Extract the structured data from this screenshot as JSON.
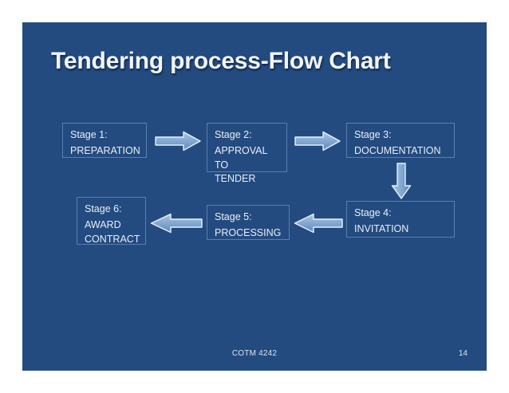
{
  "slide": {
    "title": "Tendering process-Flow Chart",
    "background_color": "#234B80",
    "title_color": "#F2F5F9"
  },
  "chart_data": {
    "type": "diagram",
    "diagram_kind": "flow-chart",
    "title": "Tendering process-Flow Chart",
    "nodes": [
      {
        "id": "stage1",
        "label": "Stage 1:",
        "name": "PREPARATION",
        "row": 1,
        "col": 1
      },
      {
        "id": "stage2",
        "label": "Stage 2:",
        "name": "APPROVAL TO\nTENDER",
        "row": 1,
        "col": 2
      },
      {
        "id": "stage3",
        "label": "Stage 3:",
        "name": "DOCUMENTATION",
        "row": 1,
        "col": 3
      },
      {
        "id": "stage4",
        "label": "Stage 4:",
        "name": "INVITATION",
        "row": 2,
        "col": 3
      },
      {
        "id": "stage5",
        "label": "Stage 5:",
        "name": "PROCESSING",
        "row": 2,
        "col": 2
      },
      {
        "id": "stage6",
        "label": "Stage 6:",
        "name": "AWARD\nCONTRACT",
        "row": 2,
        "col": 1
      }
    ],
    "edges": [
      {
        "from": "stage1",
        "to": "stage2",
        "direction": "right"
      },
      {
        "from": "stage2",
        "to": "stage3",
        "direction": "right"
      },
      {
        "from": "stage3",
        "to": "stage4",
        "direction": "down"
      },
      {
        "from": "stage4",
        "to": "stage5",
        "direction": "left"
      },
      {
        "from": "stage5",
        "to": "stage6",
        "direction": "left"
      }
    ],
    "arrow_fill_light": "#A8C4E0",
    "arrow_fill_dark": "#5B87BC",
    "arrow_outline": "#EAF1F8",
    "box_border_color": "#5A7FAE",
    "box_text_color": "#E9EEF5"
  },
  "footer": {
    "course_code": "COTM 4242",
    "page_number": "14"
  }
}
